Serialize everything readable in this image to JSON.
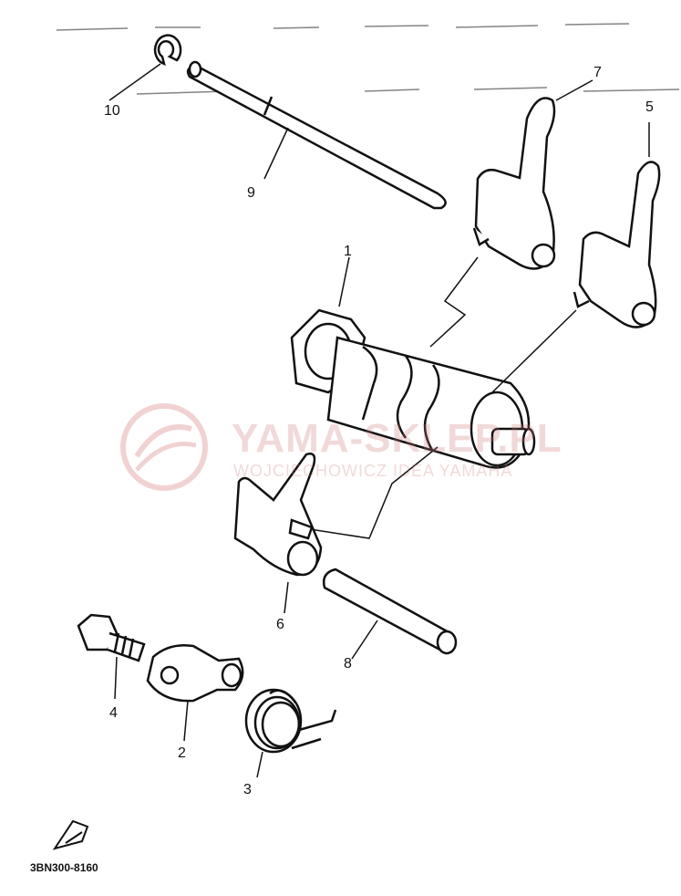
{
  "callouts": {
    "n1": "1",
    "n2": "2",
    "n3": "3",
    "n4": "4",
    "n5": "5",
    "n6": "6",
    "n7": "7",
    "n8": "8",
    "n9": "9",
    "n10": "10"
  },
  "doc_code": "3BN300-8160",
  "watermark": {
    "title": "YAMA-SKLEP.PL",
    "subtitle": "WOJCIECHOWICZ IDEA YAMAHA"
  },
  "colors": {
    "line": "#111111",
    "watermark": "#d98080"
  }
}
